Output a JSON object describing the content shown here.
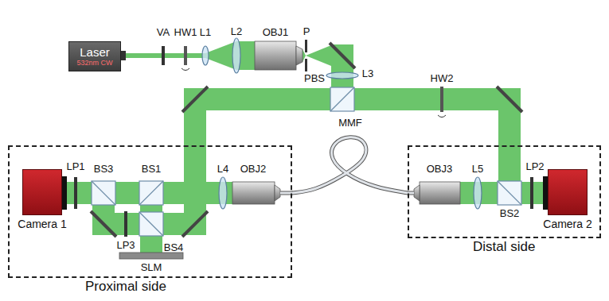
{
  "diagram": {
    "nodes": [
      {
        "text": [
          "Laser",
          "532nm CW"
        ]
      },
      {
        "text": [
          "Proximal side"
        ]
      },
      {
        "text": [
          "Camera 1"
        ],
        "in": 1
      },
      {
        "text": [
          "Distal side"
        ]
      },
      {
        "text": [
          "Camera 2"
        ],
        "in": 3
      }
    ],
    "edges": [
      {
        "from": 1,
        "to": 3,
        "arrow": "none",
        "label": "MMF"
      }
    ],
    "labels": [
      "VA",
      "HW1",
      "L1",
      "L2",
      "OBJ1",
      "P",
      "L3",
      "PBS",
      "HW2",
      "LP1",
      "BS3",
      "BS1",
      "L4",
      "OBJ2",
      "LP3",
      "BS4",
      "SLM",
      "OBJ3",
      "L5",
      "BS2",
      "LP2"
    ]
  }
}
